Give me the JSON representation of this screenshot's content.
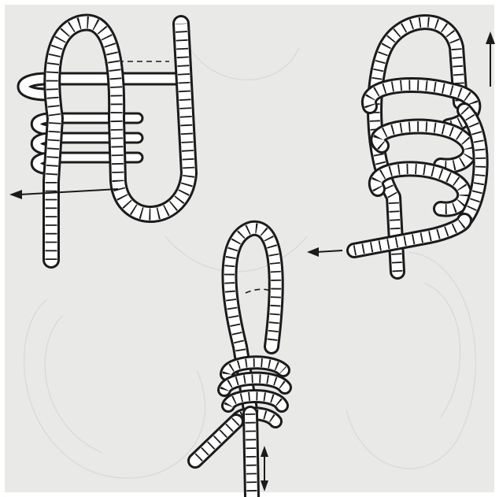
{
  "figure": {
    "panels": [
      {
        "id": "threading-coils",
        "arrows": [
          "pull-left"
        ]
      },
      {
        "id": "dressed-knot",
        "arrows": [
          "pull-up",
          "pull-left"
        ]
      },
      {
        "id": "finished-loop",
        "arrows": [
          "pull-up-down"
        ]
      }
    ],
    "colors": {
      "paper": "#e9e9e7",
      "ink": "#1b1b1b",
      "rope": "#ffffff",
      "frame": "#ffffff"
    }
  }
}
